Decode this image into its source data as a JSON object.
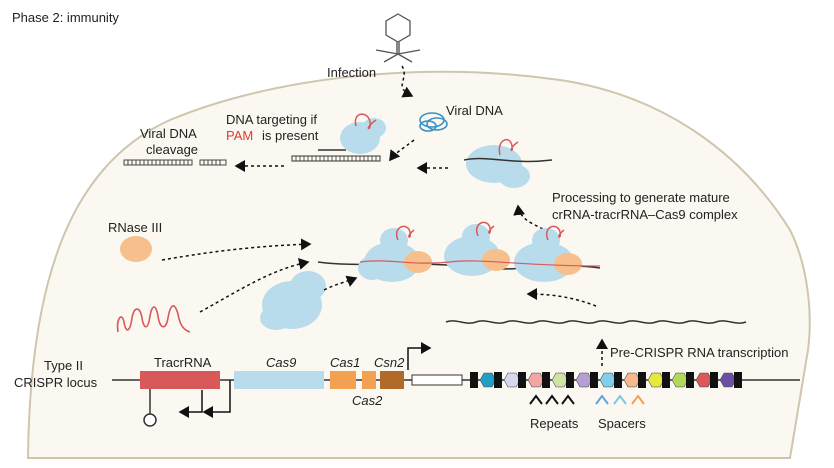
{
  "phase_title": "Phase 2: immunity",
  "labels": {
    "infection": "Infection",
    "viral_dna": "Viral DNA",
    "dna_targeting_1": "DNA targeting if",
    "pam": "PAM",
    "dna_targeting_2": "is present",
    "viral_cleavage_1": "Viral DNA",
    "viral_cleavage_2": "cleavage",
    "processing_1": "Processing to generate mature",
    "processing_2": "crRNA-tracrRNA–Cas9 complex",
    "rnase": "RNase III",
    "pre_crispr": "Pre-CRISPR RNA transcription",
    "locus_1": "Type II",
    "locus_2": "CRISPR locus",
    "tracrrna": "TracrRNA",
    "cas9": "Cas9",
    "cas1": "Cas1",
    "csn2": "Csn2",
    "cas2": "Cas2",
    "repeats": "Repeats",
    "spacers": "Spacers"
  },
  "colors": {
    "cas9": "#b8dcec",
    "tracr": "#d9585a",
    "cas1": "#f2a052",
    "csn2": "#b26a2a",
    "rnase": "#f7bf8c",
    "cell_fill": "#fbf8f1",
    "cell_stroke": "#cfc6ad"
  },
  "spacer_colors": [
    "#1e9fc3",
    "#d7d8ef",
    "#f2a7a5",
    "#cfe3a7",
    "#b79fd6",
    "#7fd0ec",
    "#f7b98b",
    "#e7e93a",
    "#b2d85a",
    "#d9585a",
    "#6a4fa3"
  ]
}
